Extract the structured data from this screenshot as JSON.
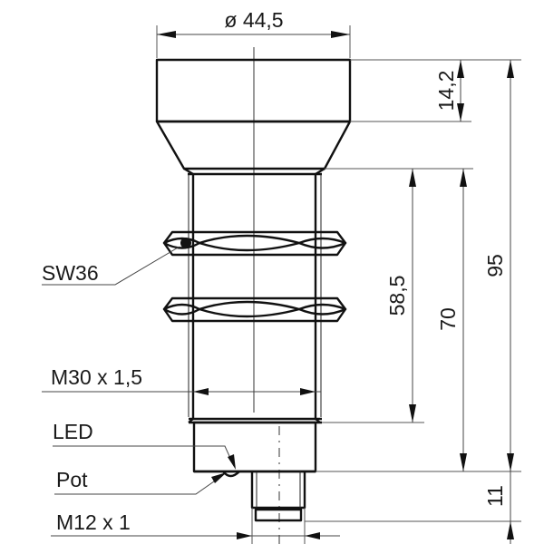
{
  "drawing": {
    "title": "Sensor dimensional drawing",
    "units": "mm",
    "dimensions": {
      "head_diameter": "ø 44,5",
      "head_height": "14,2",
      "thread_length": "58,5",
      "body_length": "70",
      "total_length": "95",
      "connector_length": "11"
    },
    "labels": {
      "wrench_size": "SW36",
      "thread": "M30 x 1,5",
      "led": "LED",
      "potentiometer": "Pot",
      "connector_thread": "M12 x 1"
    }
  }
}
